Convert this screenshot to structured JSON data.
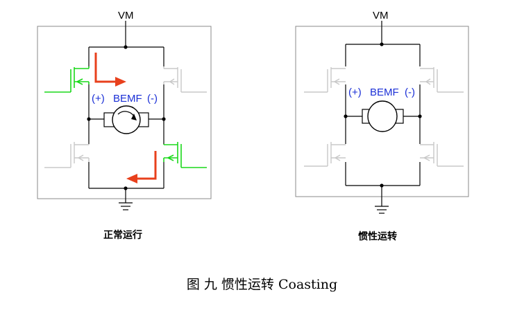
{
  "left_panel": {
    "supply_label": "VM",
    "bemf_plus": "(+)",
    "bemf_label": "BEMF",
    "bemf_minus": "(-)",
    "subtitle": "正常运行"
  },
  "right_panel": {
    "supply_label": "VM",
    "bemf_plus": "(+)",
    "bemf_label": "BEMF",
    "bemf_minus": "(-)",
    "subtitle": "惯性运转"
  },
  "caption": "图 九 惯性运转 Coasting",
  "colors": {
    "active_transistor": "#18d818",
    "inactive_transistor": "#c8c8c8",
    "current_arrow": "#e8401c",
    "bemf_text": "#1a2fd6",
    "wire": "#000000",
    "panel_border": "#8a8a8a"
  }
}
